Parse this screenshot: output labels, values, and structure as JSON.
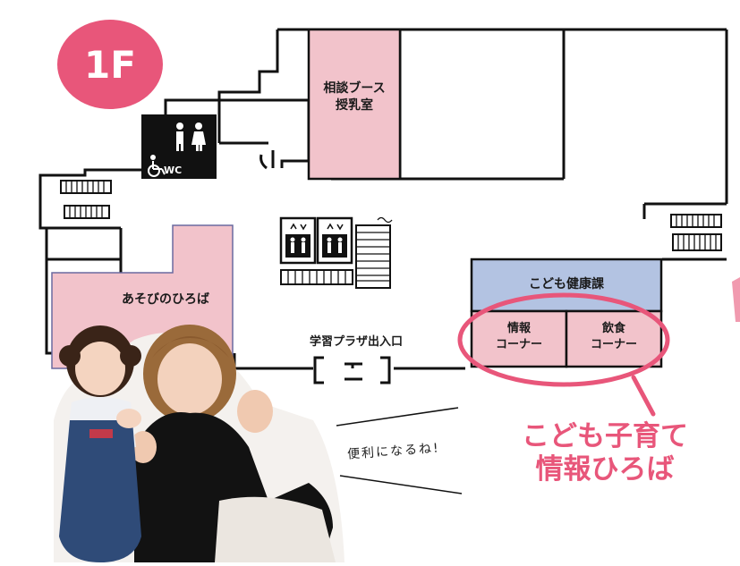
{
  "floor": {
    "label": "1F"
  },
  "rooms": {
    "consult": [
      "相談ブース",
      "授乳室"
    ],
    "asobi": "あそびのひろば",
    "kodomo_kenko": "こども健康課",
    "info": [
      "情報",
      "コーナー"
    ],
    "food": [
      "飲食",
      "コーナー"
    ],
    "entrance": "学習プラザ出入口",
    "wc": "WC"
  },
  "callout": [
    "こども子育て",
    "情報ひろば"
  ],
  "speech": "便利になるね!",
  "colors": {
    "accent_pink": "#e8567a",
    "room_pink": "#f2c3cb",
    "room_blue": "#b3c3e2",
    "wall": "#111111"
  },
  "icons": [
    "wheelchair-icon",
    "restroom-icon",
    "telephone-icon",
    "elevator-icon",
    "stairs-icon"
  ]
}
